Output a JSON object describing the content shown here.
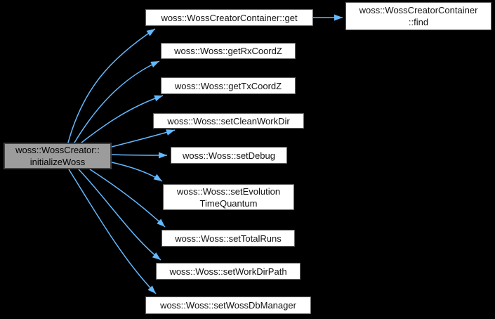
{
  "diagram": {
    "type": "doxygen-call-graph",
    "background_color": "#000000",
    "edge_color": "#63b8ff",
    "node_fill": "#ffffff",
    "node_border_color": "#606060",
    "highlight_node_fill": "#9c9c9c",
    "highlight_node_border_color": "#404040",
    "nodes": [
      {
        "id": "initializeWoss",
        "label": "woss::WossCreator::\ninitializeWoss",
        "highlighted": true
      },
      {
        "id": "get",
        "label": "woss::WossCreatorContainer::get"
      },
      {
        "id": "find",
        "label": "woss::WossCreatorContainer\n::find"
      },
      {
        "id": "getRxCoordZ",
        "label": "woss::Woss::getRxCoordZ"
      },
      {
        "id": "getTxCoordZ",
        "label": "woss::Woss::getTxCoordZ"
      },
      {
        "id": "setCleanWorkDir",
        "label": "woss::Woss::setCleanWorkDir"
      },
      {
        "id": "setDebug",
        "label": "woss::Woss::setDebug"
      },
      {
        "id": "setEvolutionTimeQuantum",
        "label": "woss::Woss::setEvolution\nTimeQuantum"
      },
      {
        "id": "setTotalRuns",
        "label": "woss::Woss::setTotalRuns"
      },
      {
        "id": "setWorkDirPath",
        "label": "woss::Woss::setWorkDirPath"
      },
      {
        "id": "setWossDbManager",
        "label": "woss::Woss::setWossDbManager"
      }
    ],
    "edges": [
      {
        "from": "initializeWoss",
        "to": "get"
      },
      {
        "from": "initializeWoss",
        "to": "getRxCoordZ"
      },
      {
        "from": "initializeWoss",
        "to": "getTxCoordZ"
      },
      {
        "from": "initializeWoss",
        "to": "setCleanWorkDir"
      },
      {
        "from": "initializeWoss",
        "to": "setDebug"
      },
      {
        "from": "initializeWoss",
        "to": "setEvolutionTimeQuantum"
      },
      {
        "from": "initializeWoss",
        "to": "setTotalRuns"
      },
      {
        "from": "initializeWoss",
        "to": "setWorkDirPath"
      },
      {
        "from": "initializeWoss",
        "to": "setWossDbManager"
      },
      {
        "from": "get",
        "to": "find"
      }
    ]
  }
}
